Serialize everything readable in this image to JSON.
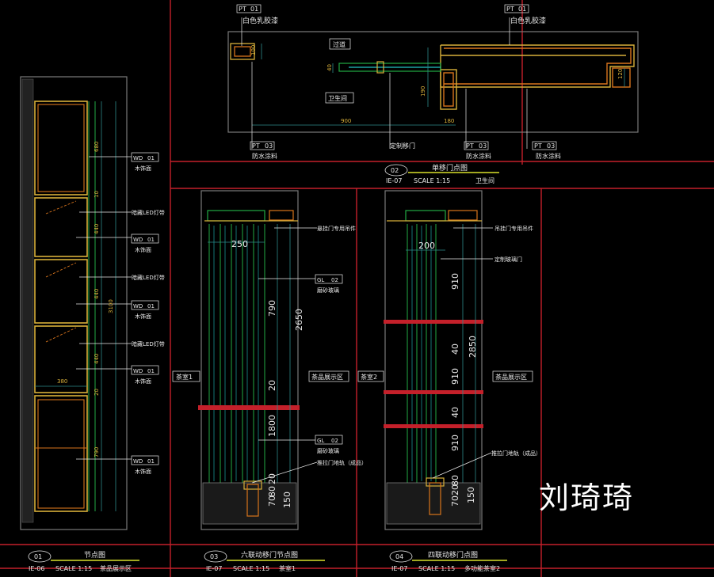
{
  "colors": {
    "frame": "#c4202a",
    "panel": "#7a7a7a",
    "yellow": "#d8b03a",
    "orange": "#d8741c",
    "green": "#22aa44",
    "cyan": "#22c2c2",
    "white": "#e8e8e8",
    "dim": "#2e8a8a",
    "lime": "#d8e02a"
  },
  "plan": {
    "tag_top_left": {
      "code": "PT",
      "num": "01",
      "note": "白色乳胶漆"
    },
    "tag_top_right": {
      "code": "PT",
      "num": "01",
      "note": "白色乳胶漆"
    },
    "room_a": "过道",
    "room_b": "卫生间",
    "dim_100": "100",
    "dim_190": "190",
    "dim_120": "120",
    "dim_900": "900",
    "dim_180": "180",
    "dim_40": "40",
    "tag_bot_1": {
      "code": "PT",
      "num": "03",
      "note": "防水涂料"
    },
    "door_note": "定制移门",
    "tag_bot_2": {
      "code": "PT",
      "num": "03",
      "note": "防水涂料"
    },
    "tag_bot_3": {
      "code": "PT",
      "num": "03",
      "note": "防水涂料"
    }
  },
  "sheet02": {
    "num": "02",
    "title": "单移门点图",
    "ref": "IE-07",
    "scale": "SCALE 1:15",
    "area": "卫生间"
  },
  "left": {
    "tags": [
      {
        "code": "WD",
        "num": "01",
        "note": "木饰面"
      },
      {
        "code": "WD",
        "num": "01",
        "note": "木饰面"
      },
      {
        "code": "WD",
        "num": "01",
        "note": "木饰面"
      },
      {
        "code": "WD",
        "num": "01",
        "note": "木饰面"
      },
      {
        "code": "WD",
        "num": "01",
        "note": "木饰面"
      }
    ],
    "led_notes": [
      "暗藏LED灯带",
      "暗藏LED灯带",
      "暗藏LED灯带"
    ],
    "dims": [
      "680",
      "10",
      "440",
      "440",
      "440",
      "20",
      "790",
      "380",
      "3100"
    ],
    "sheet": {
      "num": "01",
      "title": "节点图",
      "ref": "IE-06",
      "scale": "SCALE 1:15",
      "area": "茶品展示区"
    }
  },
  "mid": {
    "dim_top": "250",
    "dims": [
      "790",
      "2650",
      "20",
      "1800",
      "20",
      "80",
      "70",
      "150"
    ],
    "note_rail": "悬挂门专用吊件",
    "tag_gl1": {
      "code": "GL",
      "num": "02",
      "note": "磨砂玻璃"
    },
    "tag_gl2": {
      "code": "GL",
      "num": "02",
      "note": "磨砂玻璃"
    },
    "note_track": "推拉门地轨（成品）",
    "label_left": "茶室1",
    "label_right": "茶品展示区",
    "sheet": {
      "num": "03",
      "title": "六联动移门节点图",
      "ref": "IE-07",
      "scale": "SCALE 1:15",
      "area": "茶室1"
    }
  },
  "right": {
    "dim_top": "200",
    "dims": [
      "910",
      "40",
      "2850",
      "910",
      "40",
      "910",
      "80",
      "20",
      "70",
      "150"
    ],
    "note_rail": "吊挂门专用吊件",
    "note_door": "定制玻璃门",
    "note_track": "推拉门地轨（成品）",
    "label_left": "茶室2",
    "label_right": "茶品展示区",
    "sheet": {
      "num": "04",
      "title": "四联动移门点图",
      "ref": "IE-07",
      "scale": "SCALE 1:15",
      "area": "多功能茶室2"
    }
  },
  "watermark": "刘琦琦"
}
